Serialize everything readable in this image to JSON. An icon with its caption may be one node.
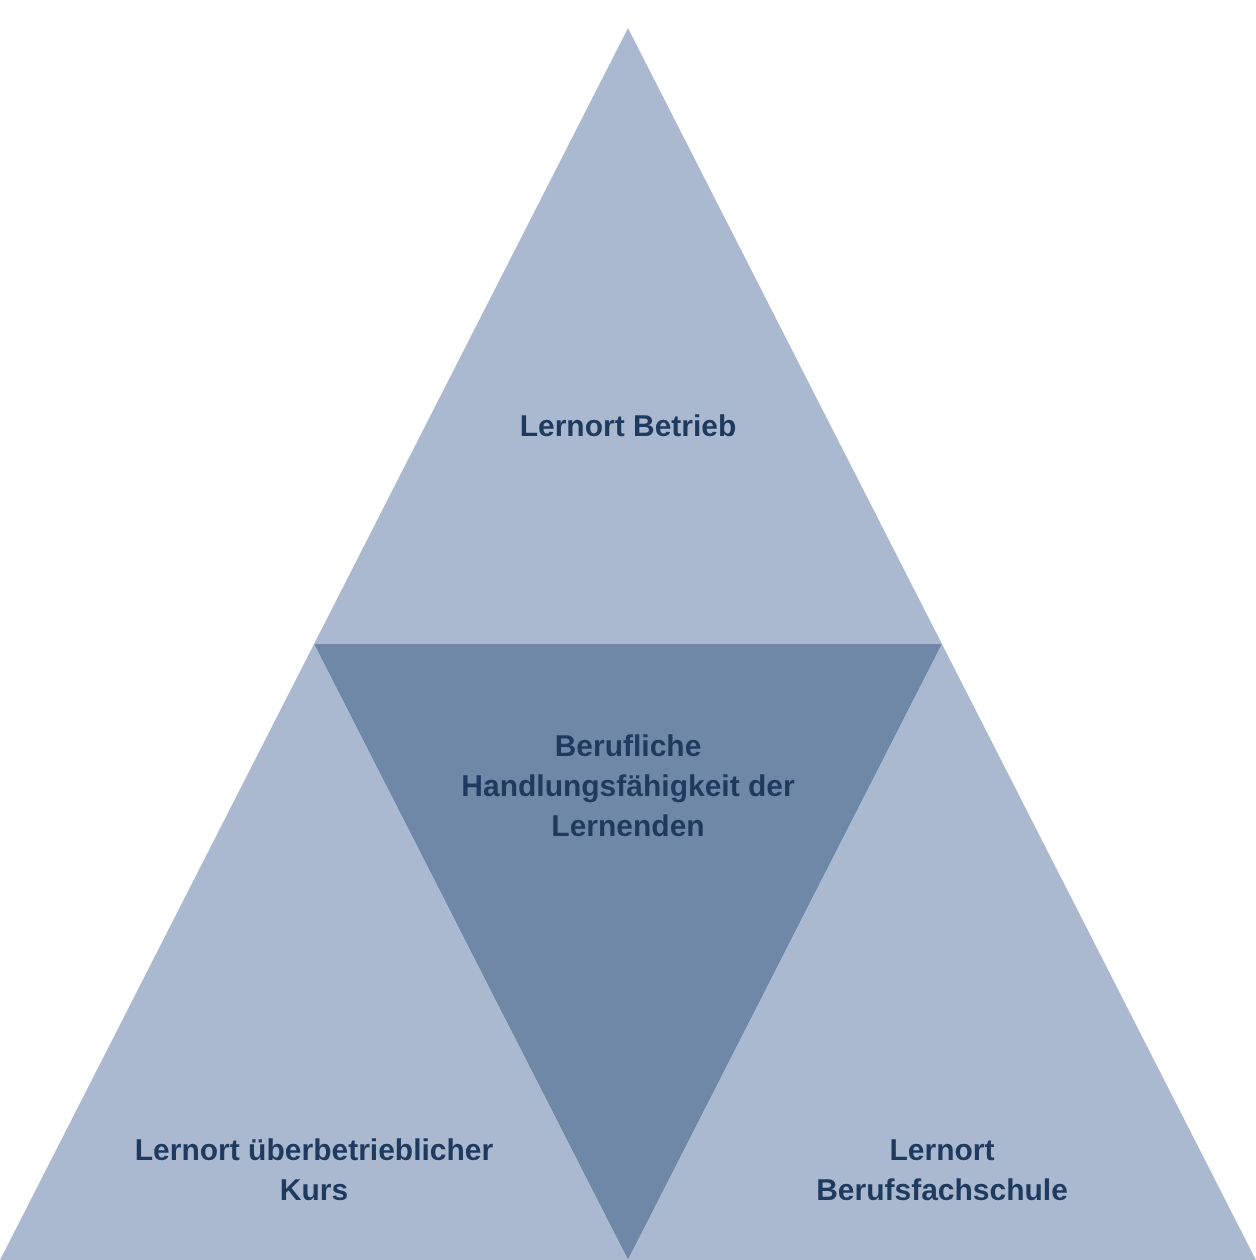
{
  "diagram": {
    "nodes": [
      {
        "text": [
          "Lernort Betrieb"
        ]
      },
      {
        "text": [
          "Berufliche Handlungsfähigkeit der Lernenden"
        ]
      },
      {
        "text": [
          "Lernort überbetrieblicher Kurs"
        ]
      },
      {
        "text": [
          "Lernort Berufsfachschule"
        ]
      }
    ]
  }
}
